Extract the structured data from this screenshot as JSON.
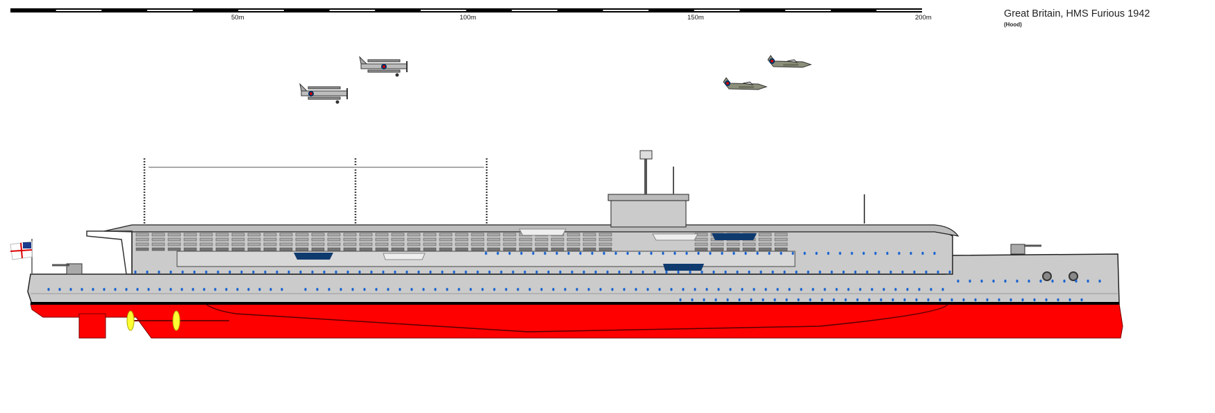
{
  "header": {
    "title": "Great Britain, HMS Furious 1942",
    "subtitle": "(Hood)"
  },
  "scale_bar": {
    "unit": "m",
    "max_m": 200,
    "segment_m": 10,
    "labels": [
      "50m",
      "100m",
      "150m",
      "200m"
    ]
  },
  "colors": {
    "hull_gray": "#cbcbcb",
    "antifouling_red": "#ff0000",
    "boot_topping": "#000000",
    "propeller": "#ffff33",
    "porthole": "#1a64d0",
    "boat_blue": "#0f3a6e"
  },
  "aircraft": [
    {
      "type": "biplane",
      "name": "swordfish-1"
    },
    {
      "type": "biplane",
      "name": "swordfish-2"
    },
    {
      "type": "monoplane",
      "name": "sea-hurricane-1"
    },
    {
      "type": "monoplane",
      "name": "sea-hurricane-2"
    }
  ]
}
